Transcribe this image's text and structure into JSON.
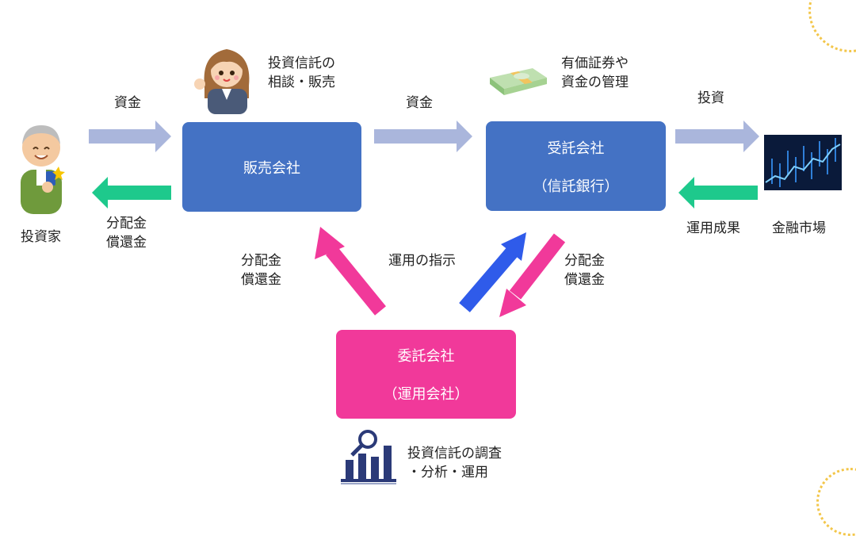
{
  "investor": {
    "label": "投資家",
    "icon": "elderly-man-with-smartphone"
  },
  "sales_company": {
    "name": "販売会社",
    "role": "投資信託の\n相談・販売",
    "icon": "saleswoman"
  },
  "trustee": {
    "name": "受託会社",
    "sub": "（信託銀行）",
    "role": "有価証券や\n資金の管理",
    "icon": "money-stack"
  },
  "manager": {
    "name": "委託会社",
    "sub": "（運用会社）",
    "role": "投資信託の調査\n・分析・運用",
    "icon": "magnifier-chart"
  },
  "market": {
    "label": "金融市場",
    "icon": "stock-chart"
  },
  "flows": {
    "investor_to_sales": "資金",
    "sales_to_investor": "分配金\n償還金",
    "sales_to_trustee": "資金",
    "trustee_to_market": "投資",
    "market_to_trustee": "運用成果",
    "manager_to_sales": "分配金\n償還金",
    "manager_to_trustee": "運用の指示",
    "trustee_to_manager": "分配金\n償還金"
  },
  "colors": {
    "box_blue": "#4472c4",
    "box_pink": "#f1399a",
    "arrow_money": "#aab6dc",
    "arrow_return": "#1ec98c",
    "arrow_pink": "#f1399a",
    "arrow_instruction": "#2f5bea"
  }
}
